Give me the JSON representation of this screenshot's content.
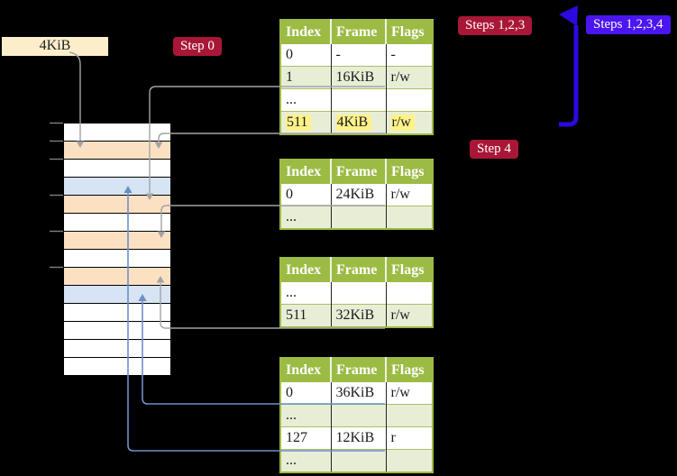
{
  "labels": {
    "frame_size": "4KiB",
    "step0": "Step 0",
    "steps123": "Steps 1,2,3",
    "steps1234": "Steps 1,2,3,4",
    "step4": "Step 4"
  },
  "colors": {
    "accent-red": "#a91737",
    "accent-blue-label": "#4b15f0",
    "arrow-blue": "#2d08e0",
    "connector-blue": "#6e8fc6",
    "connector-gray": "#a3a3a6",
    "row-orange": "#fbe1c2",
    "row-blue": "#d6e4f3",
    "table-green": "#9cbb44",
    "table-row-green": "#e8eed6",
    "highlight-yellow": "#fdf289",
    "cream": "#fceecb"
  },
  "memory": {
    "rows": [
      "white",
      "orange",
      "white",
      "blue",
      "orange",
      "white",
      "orange",
      "white",
      "orange",
      "blue",
      "white",
      "white",
      "white",
      "white"
    ]
  },
  "tables": [
    {
      "name": "page-table-top",
      "headers": [
        "Index",
        "Frame",
        "Flags"
      ],
      "rows": [
        [
          "0",
          "-",
          "-"
        ],
        [
          "1",
          "16KiB",
          "r/w"
        ],
        [
          "...",
          "",
          ""
        ],
        [
          "511",
          "4KiB",
          "r/w"
        ]
      ],
      "highlight_row": 3
    },
    {
      "name": "page-table-second",
      "headers": [
        "Index",
        "Frame",
        "Flags"
      ],
      "rows": [
        [
          "0",
          "24KiB",
          "r/w"
        ],
        [
          "...",
          "",
          ""
        ]
      ],
      "highlight_row": -1
    },
    {
      "name": "page-table-third",
      "headers": [
        "Index",
        "Frame",
        "Flags"
      ],
      "rows": [
        [
          "...",
          "",
          ""
        ],
        [
          "511",
          "32KiB",
          "r/w"
        ]
      ],
      "highlight_row": -1
    },
    {
      "name": "page-table-bottom",
      "headers": [
        "Index",
        "Frame",
        "Flags"
      ],
      "rows": [
        [
          "0",
          "36KiB",
          "r/w"
        ],
        [
          "...",
          "",
          ""
        ],
        [
          "127",
          "12KiB",
          "r"
        ],
        [
          "...",
          "",
          ""
        ]
      ],
      "highlight_row": -1
    }
  ]
}
